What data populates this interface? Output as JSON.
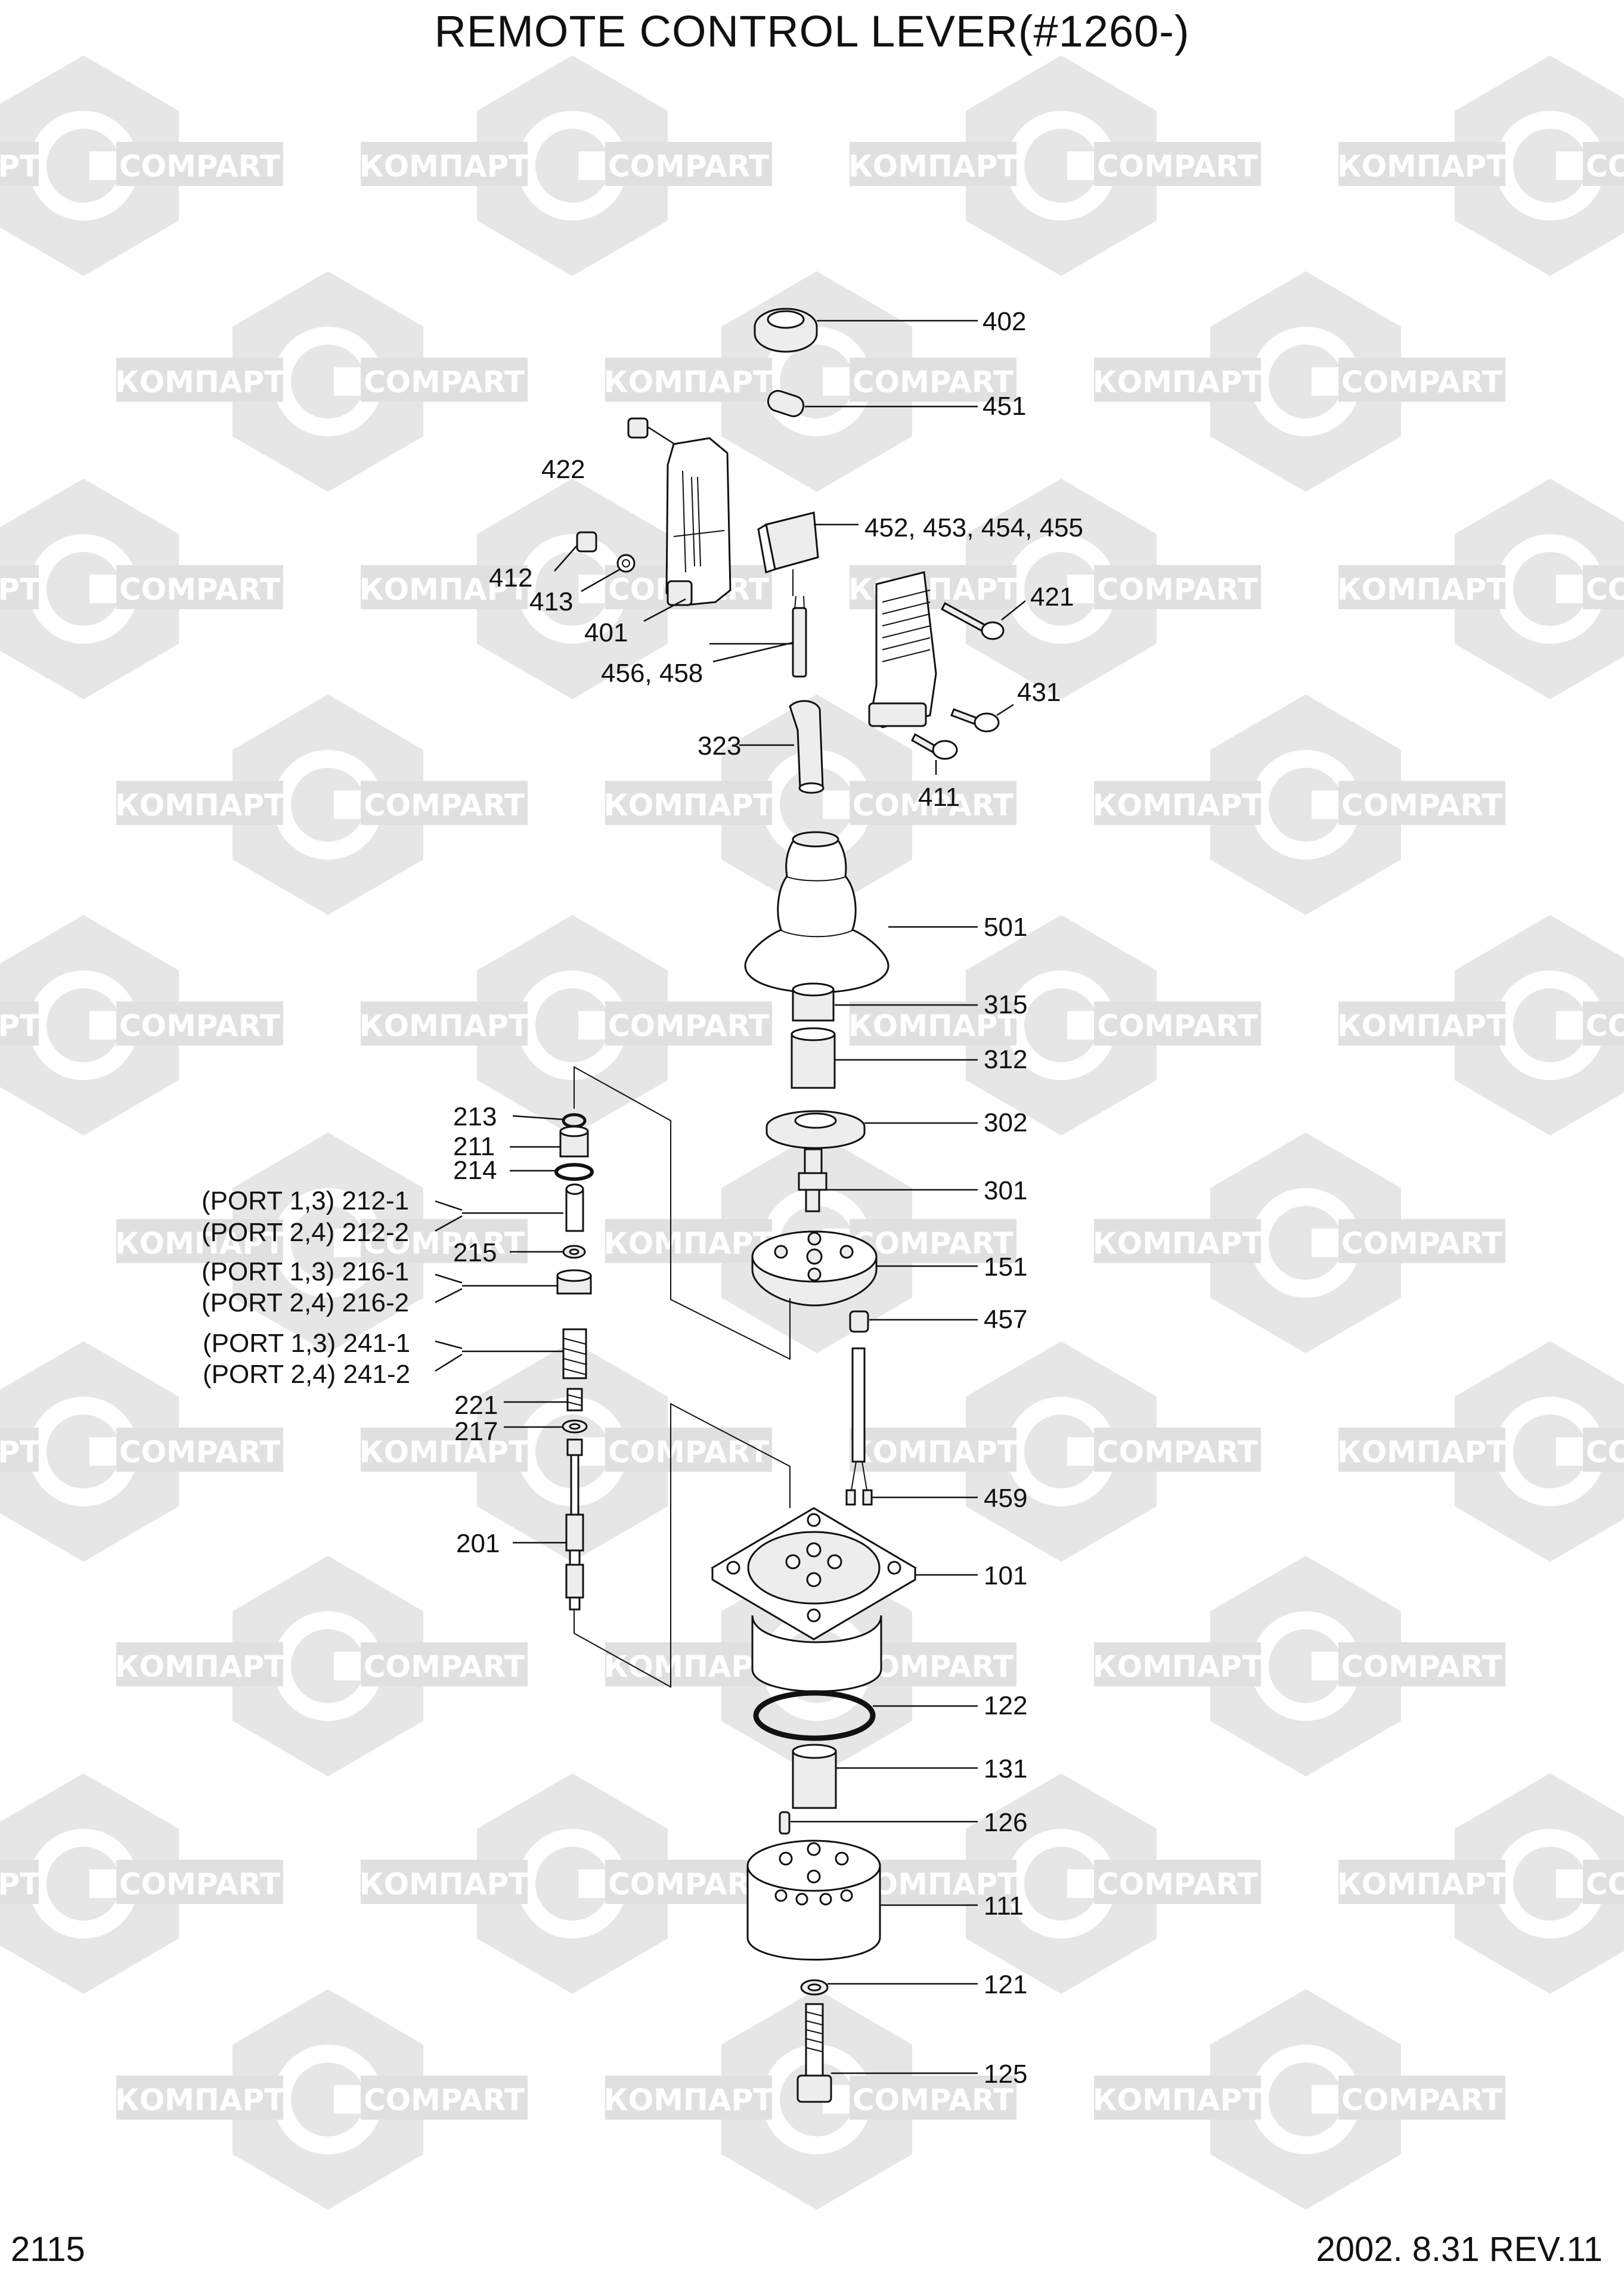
{
  "title": "REMOTE CONTROL LEVER(#1260-)",
  "footer": {
    "page_number": "2115",
    "date_rev": "2002. 8.31  REV.11"
  },
  "watermark": {
    "logo_text": "КОМПАРТ",
    "logo_text_latin": "COMPART"
  },
  "labels": {
    "p402": "402",
    "p451": "451",
    "p422": "422",
    "p452_455": "452, 453, 454, 455",
    "p412": "412",
    "p413": "413",
    "p421": "421",
    "p401": "401",
    "p456_458": "456, 458",
    "p431": "431",
    "p323": "323",
    "p411": "411",
    "p501": "501",
    "p315": "315",
    "p312": "312",
    "p302": "302",
    "p301": "301",
    "p151": "151",
    "p457": "457",
    "p459": "459",
    "p101": "101",
    "p122": "122",
    "p131": "131",
    "p126": "126",
    "p111": "111",
    "p121": "121",
    "p125": "125",
    "p213": "213",
    "p211": "211",
    "p214": "214",
    "p212_1": "(PORT 1,3) 212-1",
    "p212_2": "(PORT 2,4) 212-2",
    "p215": "215",
    "p216_1": "(PORT 1,3) 216-1",
    "p216_2": "(PORT 2,4) 216-2",
    "p241_1": "(PORT 1,3) 241-1",
    "p241_2": "(PORT 2,4) 241-2",
    "p221": "221",
    "p217": "217",
    "p201": "201"
  }
}
